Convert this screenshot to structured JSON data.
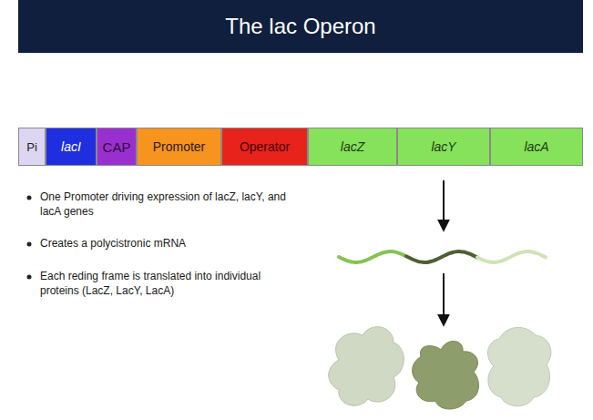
{
  "diagram": {
    "title": "The lac Operon",
    "nodes": [
      {
        "text": [
          "Pi"
        ]
      },
      {
        "text": [
          "lacI"
        ]
      },
      {
        "text": [
          "CAP"
        ]
      },
      {
        "text": [
          "Promoter"
        ]
      },
      {
        "text": [
          "Operator"
        ]
      },
      {
        "text": [
          "lacZ"
        ]
      },
      {
        "text": [
          "lacY"
        ]
      },
      {
        "text": [
          "lacA"
        ]
      }
    ],
    "labels": [
      "One Promoter driving expression of lacZ, lacY, and lacA genes",
      "Creates a polycistronic mRNA",
      "Each reding frame is translated into individual proteins (LacZ, LacY, LacA)"
    ]
  }
}
